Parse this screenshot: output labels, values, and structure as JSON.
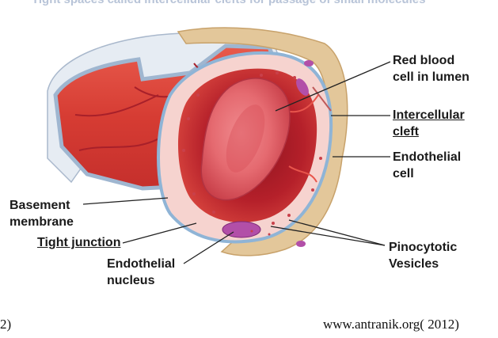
{
  "header_cut": "Tight spaces called intercellular clefts for passage of small molecules",
  "labels": {
    "rbc_line1": "Red blood",
    "rbc_line2": "cell in lumen",
    "cleft_line1": "Intercellular",
    "cleft_line2": "cleft",
    "endo_cell_line1": "Endothelial",
    "endo_cell_line2": "cell",
    "basement_line1": "Basement",
    "basement_line2": "membrane",
    "tight_junction": "Tight junction",
    "nucleus_line1": "Endothelial",
    "nucleus_line2": "nucleus",
    "pino_line1": "Pinocytotic",
    "pino_line2": "Vesicles"
  },
  "footer": {
    "left": "2)",
    "right": "www.antranik.org( 2012)"
  },
  "colors": {
    "vessel_red": "#d83a34",
    "lumen_dark": "#b5202a",
    "endothelium_pink": "#f6d3cf",
    "basement_tan": "#e3c79a",
    "membrane_blue": "#8fb4d6",
    "nucleus_purple": "#b24fa8",
    "rbc": "#e56a70"
  }
}
